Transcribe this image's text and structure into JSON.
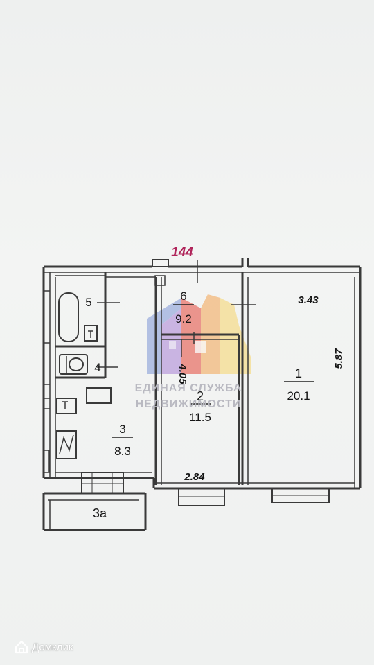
{
  "plan": {
    "apartment_number": "144",
    "rooms": [
      {
        "number": "1",
        "area": "20.1"
      },
      {
        "number": "2",
        "area": "11.5"
      },
      {
        "number": "3",
        "area": "8.3"
      },
      {
        "number": "3а",
        "area": ""
      },
      {
        "number": "4",
        "area": ""
      },
      {
        "number": "5",
        "area": ""
      },
      {
        "number": "6",
        "area": "9.2"
      }
    ],
    "dimensions": {
      "room1_width": "3.43",
      "room1_length": "5.87",
      "room2_length": "4.05",
      "room2_width": "2.84"
    }
  },
  "watermark": {
    "line1": "ЕДИНАЯ СЛУЖБА",
    "line2": "НЕДВИЖИМОСТИ"
  },
  "brand": {
    "name": "Домклик",
    "icon": "domclick-house-icon"
  },
  "colors": {
    "apartment_number": "#b0245a",
    "walls": "#3a3a3a",
    "watermark_blue": "#7f97d6",
    "watermark_red": "#e5473a",
    "watermark_orange": "#f3a451",
    "watermark_yellow": "#f6d56a",
    "watermark_violet": "#a981d6"
  }
}
